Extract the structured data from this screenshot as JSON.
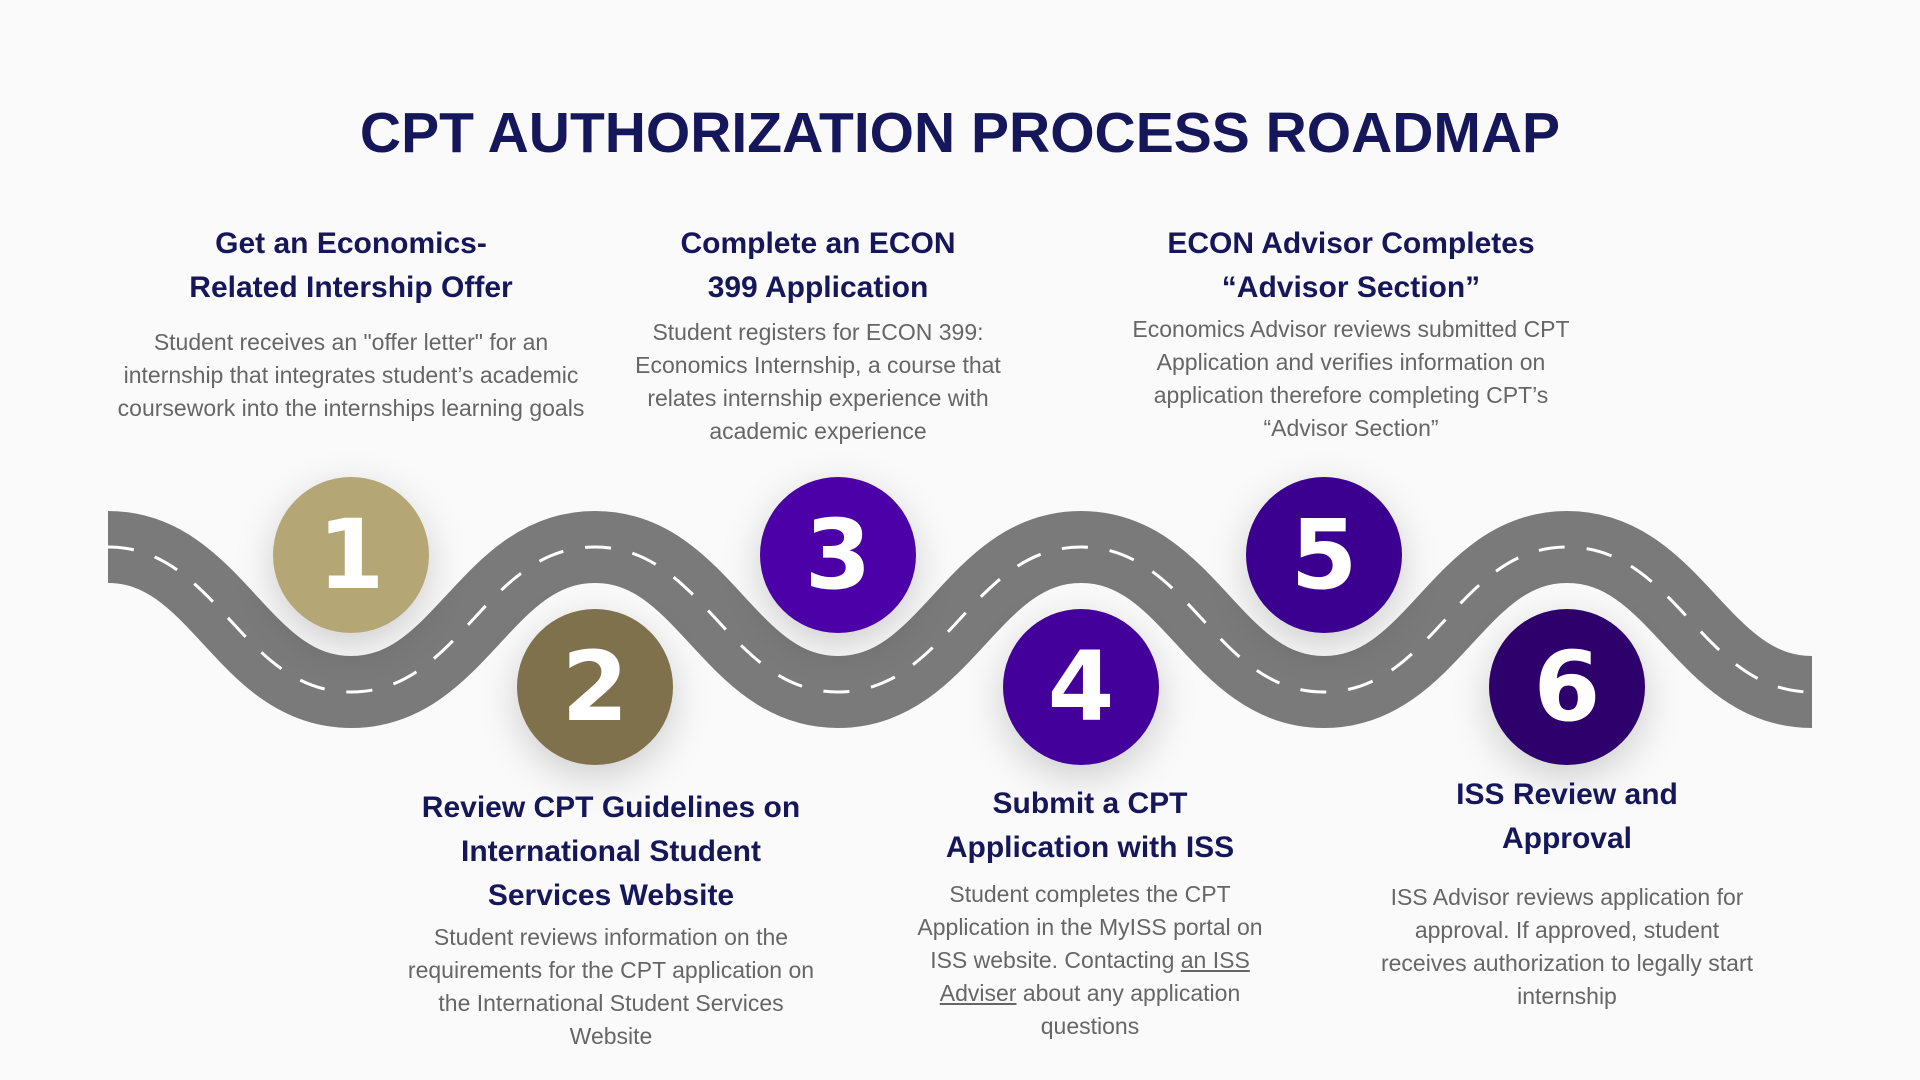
{
  "title": "CPT AUTHORIZATION PROCESS ROADMAP",
  "colors": {
    "title": "#15175a",
    "road": "#7a7a7a",
    "dash": "#ffffff",
    "body_text": "#666666"
  },
  "steps": [
    {
      "number": "1",
      "color": "#b5a676",
      "heading": "Get an Economics-\nRelated Intership Offer",
      "description": "Student receives an \"offer letter\" for an internship that integrates student’s academic coursework into the internships learning goals"
    },
    {
      "number": "2",
      "color": "#7f714b",
      "heading": "Review CPT Guidelines on International Student Services Website",
      "description": "Student reviews information on the requirements for the CPT application on the International Student Services Website"
    },
    {
      "number": "3",
      "color": "#4b00a8",
      "heading": "Complete an ECON\n399 Application",
      "description": "Student registers for ECON 399: Economics Internship, a course that relates internship experience with academic experience"
    },
    {
      "number": "4",
      "color": "#43009a",
      "heading": "Submit a CPT\nApplication with ISS",
      "description_before": "Student completes the CPT Application in the MyISS portal on ISS website. Contacting ",
      "description_link": "an ISS Adviser",
      "description_after": " about any application questions"
    },
    {
      "number": "5",
      "color": "#3c0090",
      "heading": "ECON Advisor Completes\n“Advisor Section”",
      "description": "Economics Advisor reviews submitted CPT Application and verifies information on application therefore completing CPT’s “Advisor Section”"
    },
    {
      "number": "6",
      "color": "#2e006b",
      "heading": "ISS Review and\nApproval",
      "description": "ISS Advisor reviews application for approval. If approved, student receives authorization to legally start internship"
    }
  ]
}
